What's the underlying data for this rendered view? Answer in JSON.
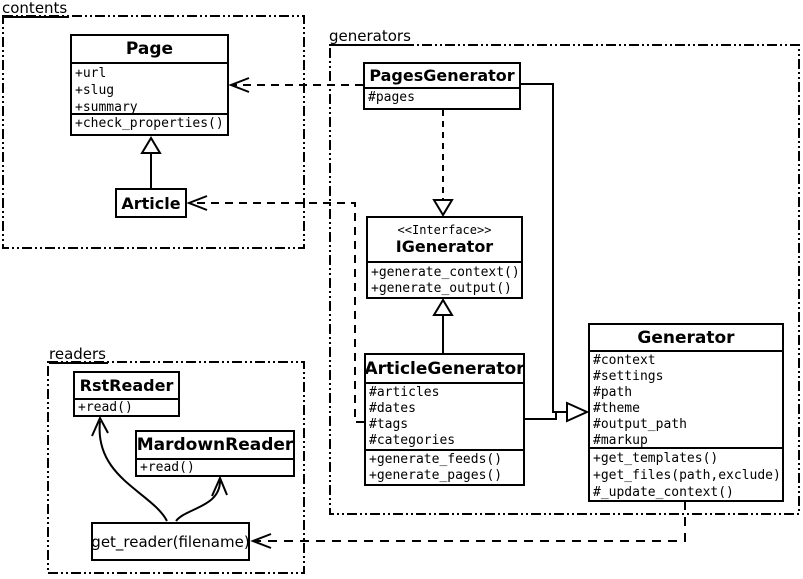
{
  "diagram": {
    "title": "UML class diagram",
    "colors": {
      "line": "#000000",
      "background": "#ffffff",
      "box_fill": "#ffffff"
    }
  },
  "packages": {
    "contents": {
      "label": "contents"
    },
    "generators": {
      "label": "generators"
    },
    "readers": {
      "label": "readers"
    }
  },
  "classes": {
    "page": {
      "name": "Page",
      "attrs": [
        "+url",
        "+slug",
        "+summary"
      ],
      "methods": [
        "+check_properties()"
      ]
    },
    "article": {
      "name": "Article"
    },
    "pages_generator": {
      "name": "PagesGenerator",
      "attrs": [
        "#pages"
      ]
    },
    "igenerator": {
      "stereotype": "<<Interface>>",
      "name": "IGenerator",
      "methods": [
        "+generate_context()",
        "+generate_output()"
      ]
    },
    "article_generator": {
      "name": "ArticleGenerator",
      "attrs": [
        "#articles",
        "#dates",
        "#tags",
        "#categories"
      ],
      "methods": [
        "+generate_feeds()",
        "+generate_pages()"
      ]
    },
    "generator": {
      "name": "Generator",
      "attrs": [
        "#context",
        "#settings",
        "#path",
        "#theme",
        "#output_path",
        "#markup"
      ],
      "methods": [
        "+get_templates()",
        "+get_files(path,exclude)",
        "#_update_context()"
      ]
    },
    "rst_reader": {
      "name": "RstReader",
      "methods": [
        "+read()"
      ]
    },
    "markdown_reader": {
      "name": "MardownReader",
      "methods": [
        "+read()"
      ]
    },
    "get_reader": {
      "name": "get_reader(filename)"
    }
  },
  "relations": {
    "article_extends_page": "generalization",
    "pagesgenerator_realizes_igenerator": "realization",
    "articlegenerator_extends_igenerator": "generalization",
    "generators_extend_generator": "generalization",
    "pagesgenerator_uses_page": "dependency",
    "articlegenerator_uses_article": "dependency",
    "generator_uses_get_reader": "dependency",
    "get_reader_creates_readers": "association"
  }
}
